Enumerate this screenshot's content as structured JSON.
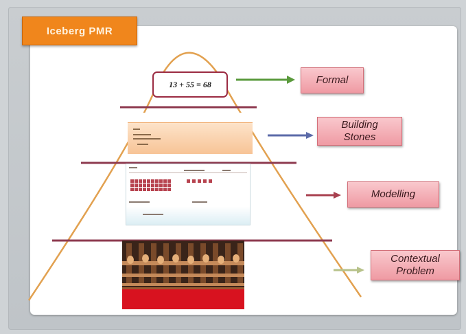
{
  "title": "Iceberg  PMR",
  "equation": "13 + 55 = 68",
  "levels": [
    {
      "label_line1": "Formal",
      "label_line2": ""
    },
    {
      "label_line1": "Building",
      "label_line2": "Stones"
    },
    {
      "label_line1": "Modelling",
      "label_line2": ""
    },
    {
      "label_line1": "Contextual",
      "label_line2": "Problem"
    }
  ],
  "colors": {
    "title_bg": "#f0861c",
    "iceberg_outline": "#e2a150",
    "divider": "#8e3a4f",
    "label_bg": "#f2a7af",
    "arrow_formal": "#5a9a3c",
    "arrow_stones": "#5b6aa8",
    "arrow_modelling": "#a8404f",
    "arrow_contextual": "#b7c28a"
  },
  "icons": [
    "arrow-right-icon"
  ]
}
